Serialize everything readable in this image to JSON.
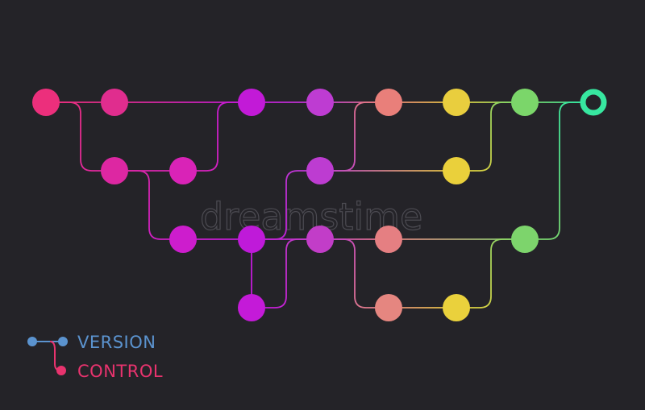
{
  "colors": {
    "background": "#242328",
    "legend_version": "#5b93cf",
    "legend_control": "#e8336e",
    "watermark": "#54535a"
  },
  "legend": {
    "version_label": "VERSION",
    "control_label": "CONTROL"
  },
  "watermark": {
    "text": "dreamstime"
  },
  "commits": [
    {
      "id": "c1",
      "color": "#ec2f7c"
    },
    {
      "id": "c2",
      "color": "#e02d8e"
    },
    {
      "id": "c3",
      "color": "#c21ad7"
    },
    {
      "id": "c4",
      "color": "#be3cd2"
    },
    {
      "id": "c5",
      "color": "#e97f7a"
    },
    {
      "id": "c6",
      "color": "#e9ce3e"
    },
    {
      "id": "c7",
      "color": "#7bd66a"
    },
    {
      "id": "head",
      "color": "#37e7a0",
      "head": true
    },
    {
      "id": "b1",
      "color": "#dd27a2"
    },
    {
      "id": "b2",
      "color": "#d923b7"
    },
    {
      "id": "b3",
      "color": "#bd3cd1"
    },
    {
      "id": "b4",
      "color": "#ead03b"
    },
    {
      "id": "m1",
      "color": "#cd1dcd"
    },
    {
      "id": "m2",
      "color": "#bf1ad9"
    },
    {
      "id": "m3",
      "color": "#c23dc8"
    },
    {
      "id": "m4",
      "color": "#e57f82"
    },
    {
      "id": "m5",
      "color": "#7dd46c"
    },
    {
      "id": "l1",
      "color": "#c41ad8"
    },
    {
      "id": "l2",
      "color": "#e58680"
    },
    {
      "id": "l3",
      "color": "#ead13c"
    }
  ]
}
